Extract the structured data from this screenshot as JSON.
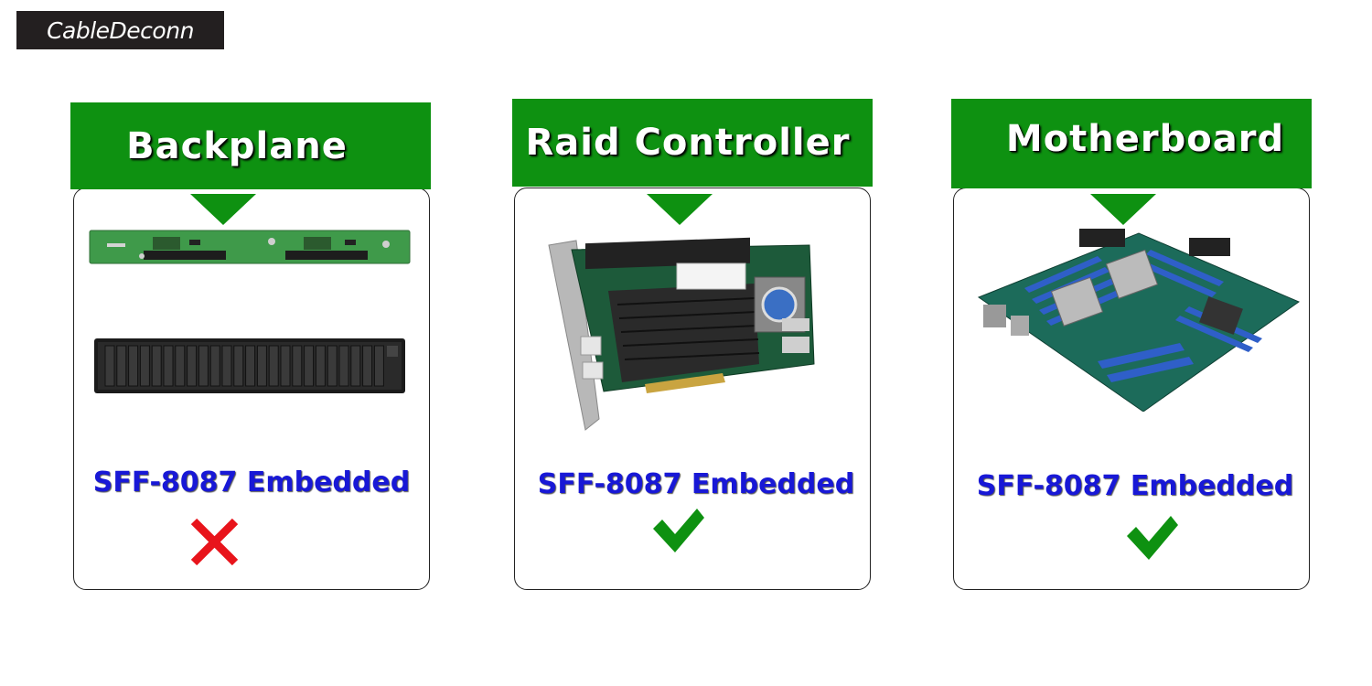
{
  "brand": {
    "logo_text": "CableDeconn"
  },
  "panels": [
    {
      "title": "Backplane",
      "caption": "SFF-8087 Embedded",
      "status": "not-supported"
    },
    {
      "title": "Raid Controller",
      "caption": "SFF-8087 Embedded",
      "status": "supported"
    },
    {
      "title": "Motherboard",
      "caption": "SFF-8087 Embedded",
      "status": "supported"
    }
  ],
  "colors": {
    "header_green": "#0e9111",
    "caption_blue": "#1818d6",
    "cross_red": "#e8141b",
    "check_green": "#0e9111"
  }
}
